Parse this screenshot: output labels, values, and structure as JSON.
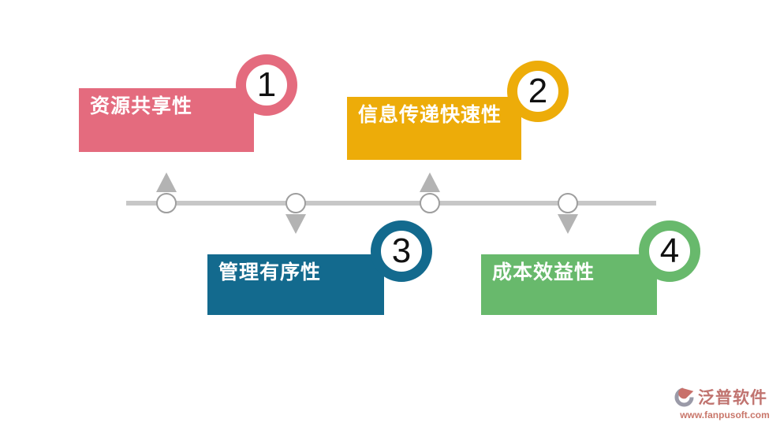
{
  "items": [
    {
      "number": "1",
      "label": "资源共享性",
      "color": "#e46b7e"
    },
    {
      "number": "2",
      "label": "信息传递快速性",
      "color": "#edac09"
    },
    {
      "number": "3",
      "label": "管理有序性",
      "color": "#136a8e"
    },
    {
      "number": "4",
      "label": "成本效益性",
      "color": "#68b96c"
    }
  ],
  "label_text_color": "#ffffff",
  "number_text_color": "#111111",
  "timeline": {
    "line_color": "#c7c7c7",
    "node_fill": "#ffffff",
    "node_border": "#9e9e9e",
    "arrow_color": "#b3b3b3"
  },
  "watermark": {
    "brand": "泛普软件",
    "url": "www.fanpusoft.com",
    "text_color": "#c0736f",
    "url_color": "#c9776b",
    "icon_gray": "#9a9aa8",
    "icon_red": "#c9706a"
  },
  "background_color": "#ffffff"
}
